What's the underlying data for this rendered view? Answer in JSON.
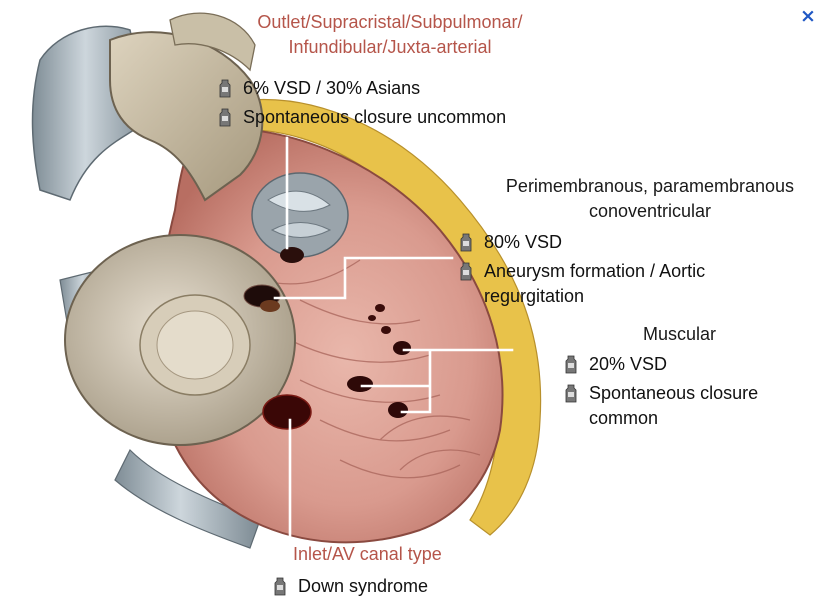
{
  "close_label": "×",
  "labels": {
    "outlet": {
      "title_lines": [
        "Outlet/Supracristal/Subpulmonar/",
        "Infundibular/Juxta-arterial"
      ],
      "bullets": [
        "6% VSD / 30% Asians",
        "Spontaneous closure uncommon"
      ]
    },
    "perimembranous": {
      "title_lines": [
        "Perimembranous, paramembranous",
        "conoventricular"
      ],
      "bullets": [
        "80% VSD",
        "Aneurysm formation / Aortic regurgitation"
      ]
    },
    "muscular": {
      "title_lines": [
        "Muscular"
      ],
      "bullets": [
        "20% VSD",
        "Spontaneous closure common"
      ]
    },
    "inlet": {
      "title_lines": [
        "Inlet/AV canal type"
      ],
      "bullets": [
        "Down syndrome"
      ]
    }
  },
  "colors": {
    "title_red": "#b5554a",
    "close_blue": "#1f57c4"
  }
}
